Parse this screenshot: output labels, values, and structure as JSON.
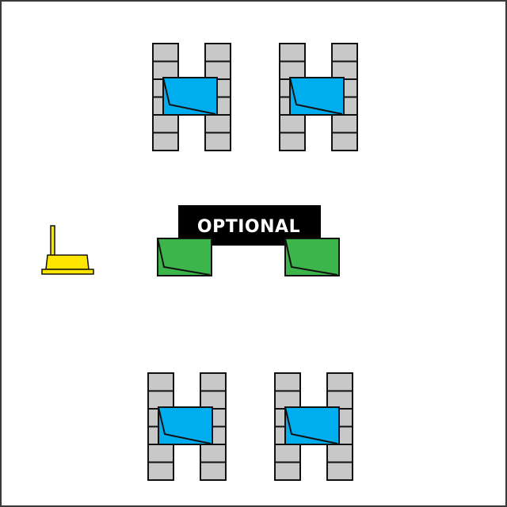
{
  "label": {
    "text": "OPTIONAL"
  },
  "colors": {
    "frame": "#3a3a3a",
    "block_fill": "#c8c8c8",
    "block_stroke": "#111111",
    "blue_panel": "#00aeef",
    "green_panel": "#3cb54a",
    "yellow_device": "#ffe600",
    "label_bg": "#000000",
    "label_fg": "#ffffff"
  },
  "icons": {
    "h_structure": "h-frame-stacked-blocks",
    "blue_panel": "folded-blue-panel",
    "green_panel": "folded-green-panel",
    "device": "yellow-antenna-device"
  }
}
